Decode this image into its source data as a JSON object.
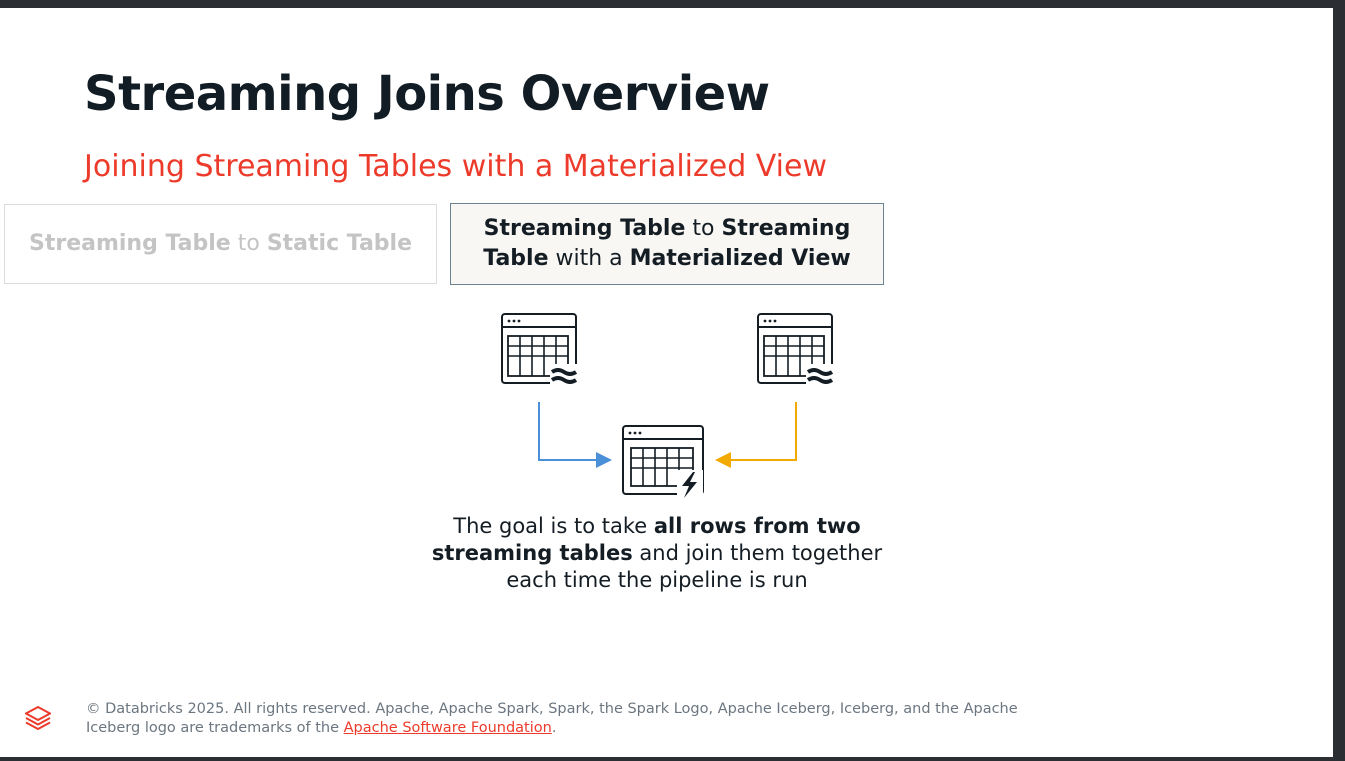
{
  "slide": {
    "title": "Streaming Joins Overview",
    "subtitle": "Joining Streaming Tables with a Materialized View"
  },
  "options": {
    "left": {
      "part1": "Streaming Table",
      "part2": " to ",
      "part3": "Static Table"
    },
    "right": {
      "part1": "Streaming Table",
      "part2": " to ",
      "part3": "Streaming Table",
      "part4": " with a ",
      "part5": "Materialized View"
    }
  },
  "diagram": {
    "left_source_icon": "streaming-table-icon",
    "right_source_icon": "streaming-table-icon",
    "target_icon": "materialized-view-icon",
    "left_arrow_color": "#4a90d9",
    "right_arrow_color": "#f2a900"
  },
  "caption": {
    "part1": "The goal is to take ",
    "part2": "all rows from two streaming tables",
    "part3": " and join them together each time the pipeline is run"
  },
  "footer": {
    "text": "© Databricks 2025. All rights reserved. Apache, Apache Spark, Spark, the Spark Logo, Apache Iceberg, Iceberg, and the Apache Iceberg logo are trademarks of the ",
    "link_text": "Apache Software Foundation",
    "end": ".",
    "logo_icon": "databricks-logo-icon"
  },
  "colors": {
    "title": "#111c24",
    "subtitle": "#ed3b2b",
    "inactive_text": "#c4c4c4",
    "active_border": "#6d8293"
  }
}
